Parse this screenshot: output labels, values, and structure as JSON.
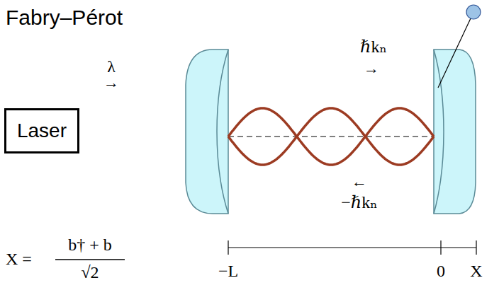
{
  "diagram": {
    "title": "Fabry–Pérot",
    "nodes": [
      {
        "text": [
          "Laser"
        ]
      }
    ],
    "edges": [],
    "labels": [
      "λ",
      "→",
      "ℏkₙ",
      "→",
      "←",
      "−ℏkₙ",
      "X =",
      "b† + b",
      "√2",
      "−L",
      "0",
      "X"
    ]
  }
}
